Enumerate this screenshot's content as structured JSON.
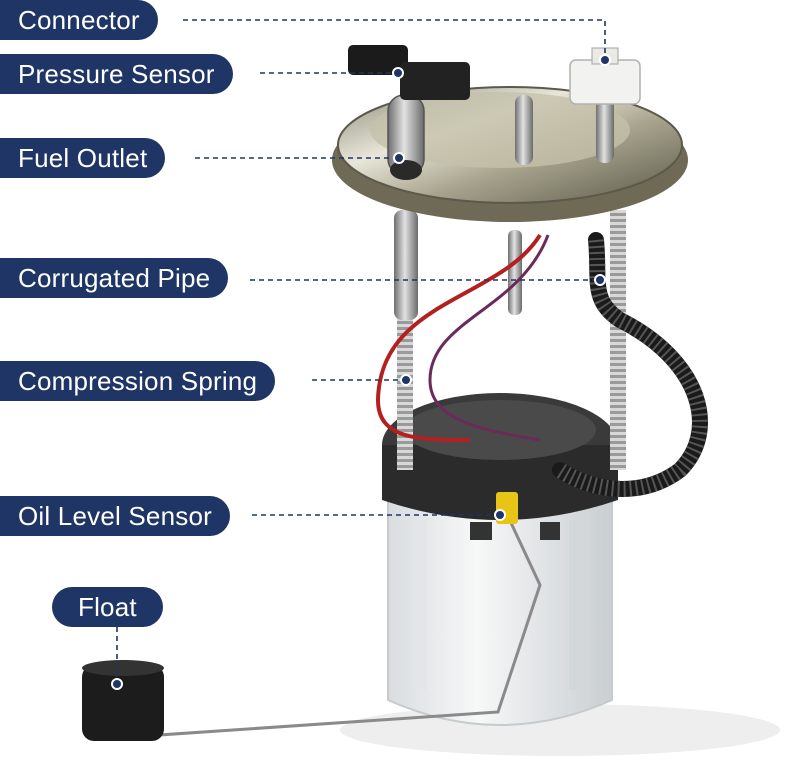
{
  "labels": {
    "connector": "Connector",
    "pressure_sensor": "Pressure Sensor",
    "fuel_outlet": "Fuel Outlet",
    "corrugated_pipe": "Corrugated Pipe",
    "compression_spring": "Compression Spring",
    "oil_level_sensor": "Oil Level Sensor",
    "float": "Float"
  },
  "colors": {
    "label_bg": "#1f3566",
    "label_text": "#ffffff",
    "leader_line": "#1f3566"
  }
}
